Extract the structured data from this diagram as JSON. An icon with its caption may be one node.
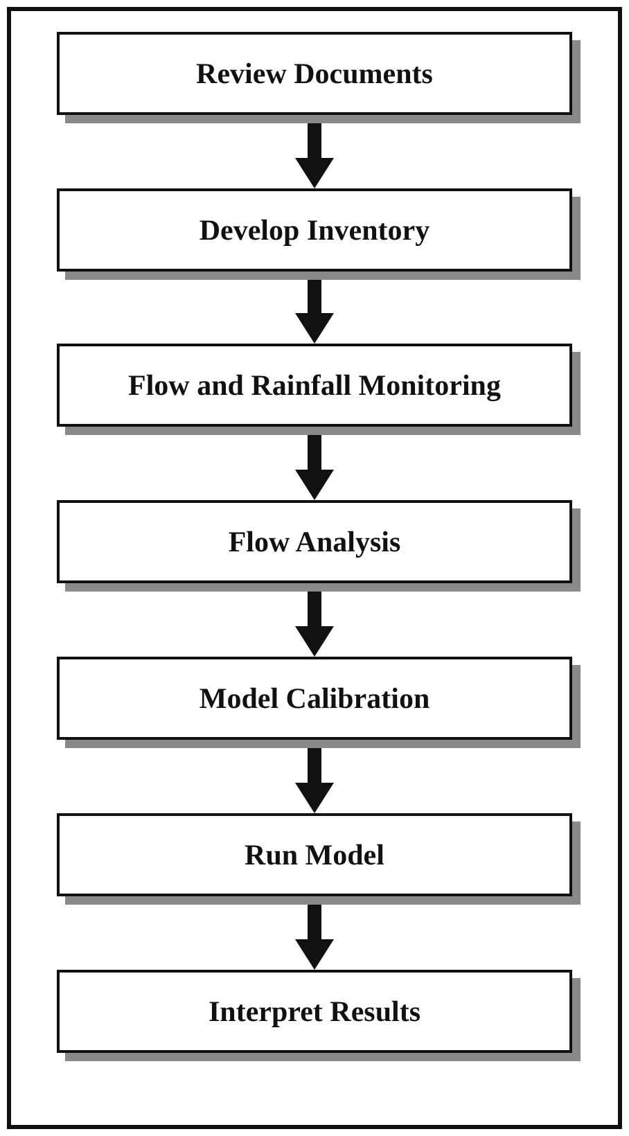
{
  "diagram": {
    "nodes": [
      {
        "text": [
          "Review Documents"
        ]
      },
      {
        "text": [
          "Develop Inventory"
        ]
      },
      {
        "text": [
          "Flow and Rainfall Monitoring"
        ]
      },
      {
        "text": [
          "Flow Analysis"
        ]
      },
      {
        "text": [
          "Model Calibration"
        ]
      },
      {
        "text": [
          "Run Model"
        ]
      },
      {
        "text": [
          "Interpret Results"
        ]
      }
    ],
    "edges": [
      {
        "from": 0,
        "to": 1,
        "arrow": "to"
      },
      {
        "from": 1,
        "to": 2,
        "arrow": "to"
      },
      {
        "from": 2,
        "to": 3,
        "arrow": "to"
      },
      {
        "from": 3,
        "to": 4,
        "arrow": "to"
      },
      {
        "from": 4,
        "to": 5,
        "arrow": "to"
      },
      {
        "from": 5,
        "to": 6,
        "arrow": "to"
      }
    ]
  }
}
